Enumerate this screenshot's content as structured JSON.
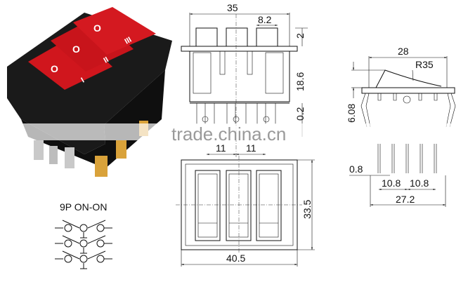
{
  "product_photo": {
    "lens_labels": [
      "O",
      "O",
      "O",
      "III",
      "II",
      "I"
    ],
    "colors": {
      "body": "#1a1a1a",
      "rocker": "#d0161d",
      "terminal": "#d9a23a"
    }
  },
  "front_view": {
    "dims": {
      "width": "35",
      "pitch": "8.2",
      "top": "2",
      "height": "18.6",
      "gap": "0.2",
      "spacing_left": "11",
      "spacing_right": "11"
    }
  },
  "bottom_view": {
    "dims": {
      "width": "40.5",
      "height": "33.5"
    }
  },
  "side_view": {
    "dims": {
      "width": "28",
      "radius": "R35",
      "depth": "6.08",
      "pin": "0.8",
      "pitch_left": "10.8",
      "pitch_right": "10.8",
      "span": "27.2"
    }
  },
  "schematic": {
    "title": "9P ON-ON"
  },
  "watermark": {
    "text": "trade.china.cn"
  }
}
